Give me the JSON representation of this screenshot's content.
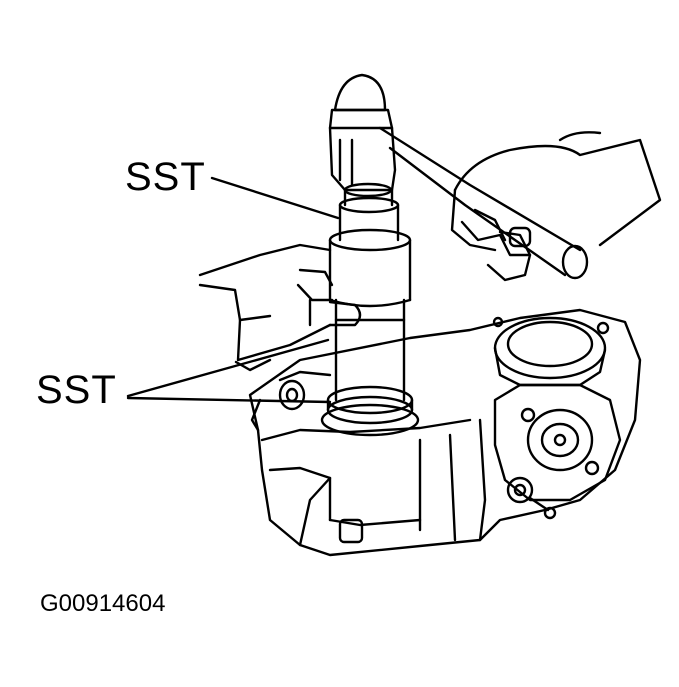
{
  "labels": {
    "sst_top": "SST",
    "sst_bottom": "SST",
    "figure_code": "G00914604"
  },
  "colors": {
    "ink": "#000000",
    "paper": "#ffffff"
  }
}
